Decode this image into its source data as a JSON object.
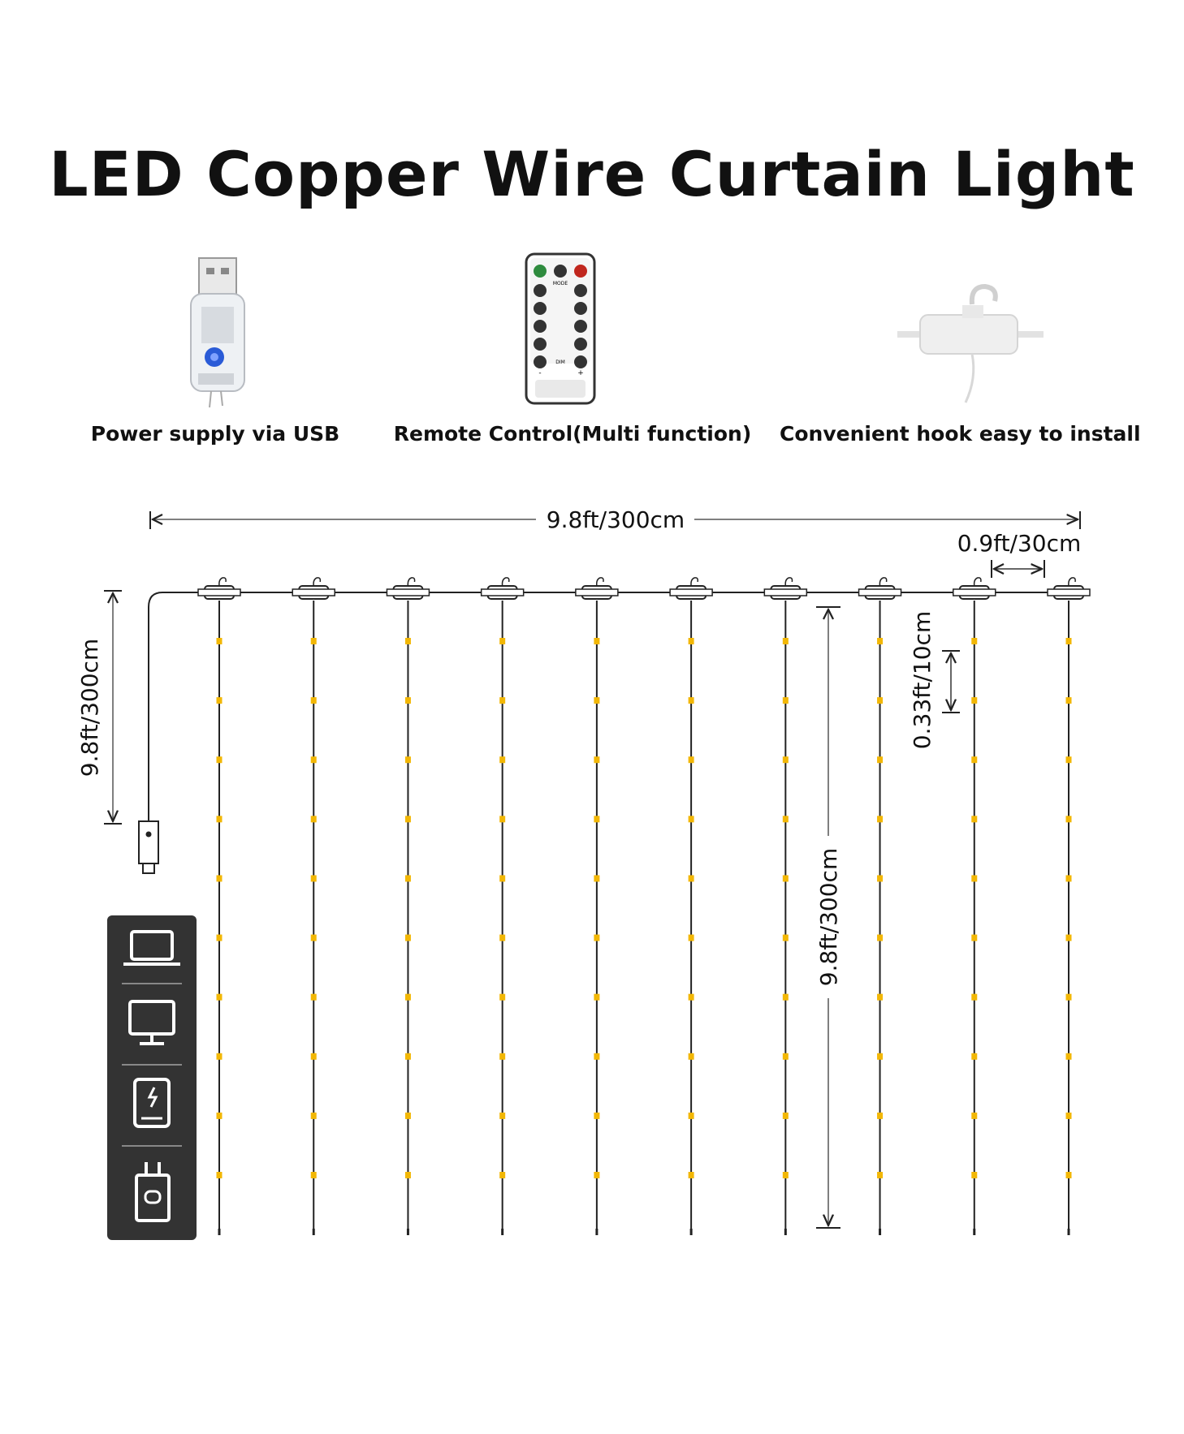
{
  "title": "LED Copper Wire Curtain Light",
  "features": [
    {
      "label": "Power supply via USB",
      "icon": "usb-plug-icon"
    },
    {
      "label": "Remote Control(Multi function)",
      "icon": "remote-control-icon"
    },
    {
      "label": "Convenient hook easy to install",
      "icon": "hook-clip-icon"
    }
  ],
  "remote": {
    "mode_label": "MODE",
    "dim_label": "DIM",
    "minus": "-",
    "plus": "+"
  },
  "dimensions": {
    "total_width": "9.8ft/300cm",
    "strand_spacing": "0.9ft/30cm",
    "cable_length": "9.8ft/300cm",
    "strand_length": "9.8ft/300cm",
    "led_spacing": "0.33ft/10cm"
  },
  "curtain": {
    "strand_count": 10,
    "leds_per_strand": 10,
    "led_color": "#f2b705",
    "wire_color": "#222222"
  },
  "power_sources": [
    "laptop-icon",
    "monitor-icon",
    "power-bank-icon",
    "wall-adapter-icon"
  ],
  "colors": {
    "panel": "#333333",
    "remote_green": "#2e8b3e",
    "remote_red": "#c0261d",
    "usb_blue": "#2a5bd7"
  }
}
